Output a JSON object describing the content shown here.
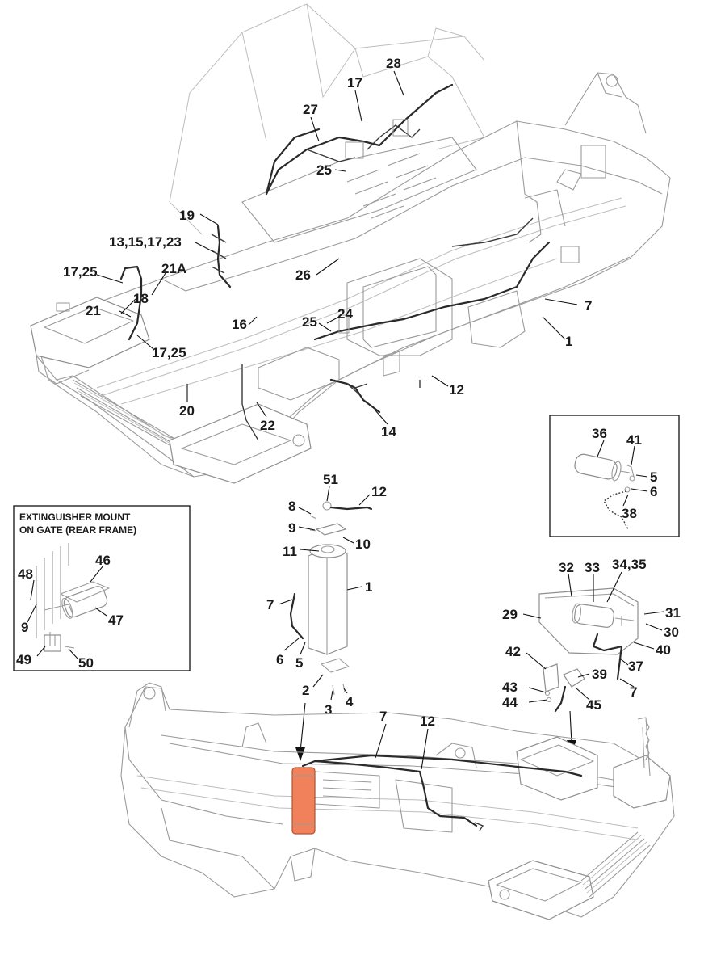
{
  "inset_extinguisher": {
    "title_line1": "EXTINGUISHER MOUNT",
    "title_line2": "ON GATE (REAR FRAME)"
  },
  "callouts": {
    "c28": "28",
    "c17a": "17",
    "c27": "27",
    "c25a": "25",
    "c19": "19",
    "c13": "13,15,17,23",
    "c1725a": "17,25",
    "c21a": "21A",
    "c18": "18",
    "c21": "21",
    "c26": "26",
    "c7a": "7",
    "c1a": "1",
    "c24": "24",
    "c25b": "25",
    "c16": "16",
    "c1725b": "17,25",
    "c12a": "12",
    "c20": "20",
    "c22": "22",
    "c14": "14",
    "c36": "36",
    "c41": "41",
    "c5a": "5",
    "c6a": "6",
    "c38": "38",
    "c51": "51",
    "c12b": "12",
    "c8": "8",
    "c9a": "9",
    "c10": "10",
    "c11": "11",
    "c1b": "1",
    "c7b": "7",
    "c6b": "6",
    "c5b": "5",
    "c2": "2",
    "c3": "3",
    "c4": "4",
    "c46": "46",
    "c48": "48",
    "c9b": "9",
    "c47": "47",
    "c49": "49",
    "c50": "50",
    "c32": "32",
    "c33": "33",
    "c3435": "34,35",
    "c29": "29",
    "c31": "31",
    "c30": "30",
    "c40": "40",
    "c37": "37",
    "c42": "42",
    "c39": "39",
    "c7c": "7",
    "c43": "43",
    "c44": "44",
    "c45": "45",
    "c7d": "7",
    "c12c": "12"
  },
  "colors": {
    "highlight_part": "#f0815a",
    "line_art": "#9a9a9a",
    "wire": "#2a2a2a"
  }
}
